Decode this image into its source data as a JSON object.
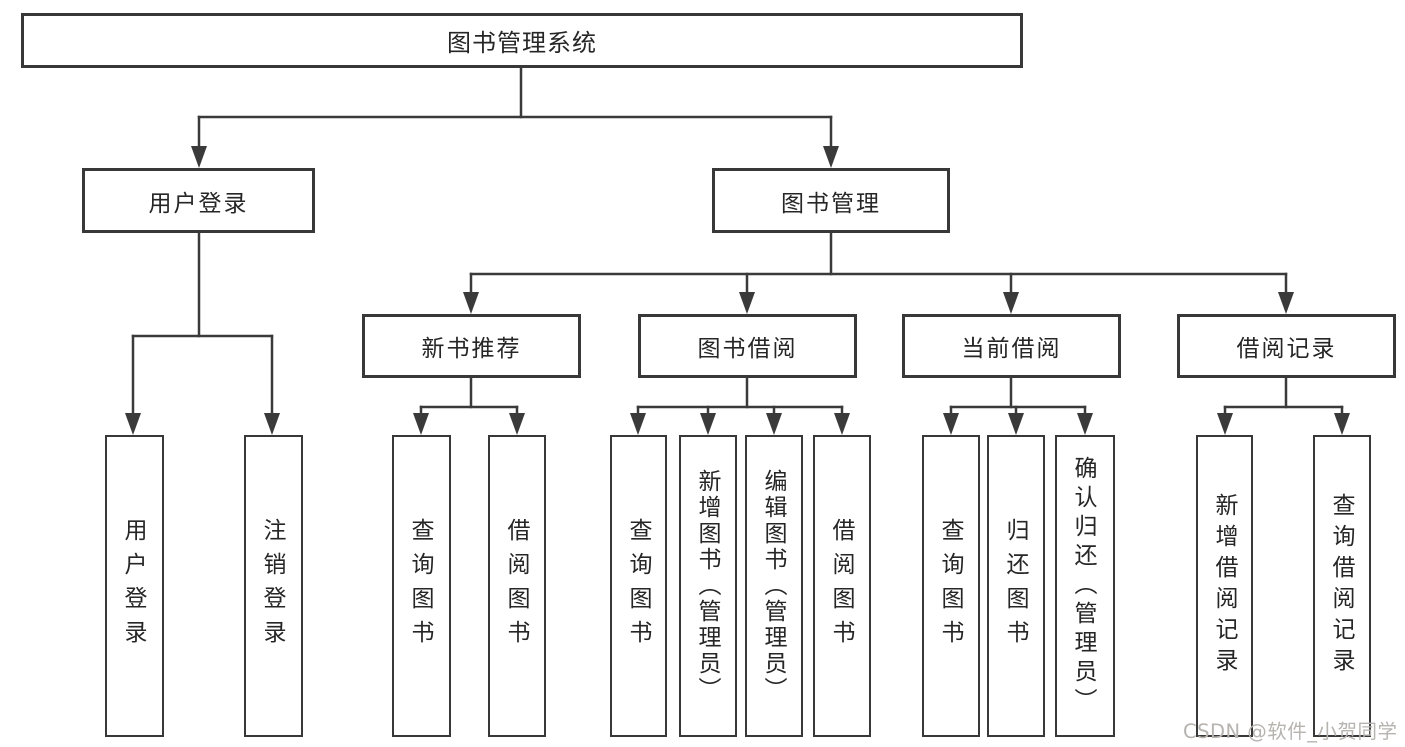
{
  "tree": {
    "label": "图书管理系统",
    "children": [
      {
        "label": "用户登录",
        "children": [
          {
            "label": "用户登录"
          },
          {
            "label": "注销登录"
          }
        ]
      },
      {
        "label": "图书管理",
        "children": [
          {
            "label": "新书推荐",
            "children": [
              {
                "label": "查询图书"
              },
              {
                "label": "借阅图书"
              }
            ]
          },
          {
            "label": "图书借阅",
            "children": [
              {
                "label": "查询图书"
              },
              {
                "label": "新增图书（管理员）"
              },
              {
                "label": "编辑图书（管理员）"
              },
              {
                "label": "借阅图书"
              }
            ]
          },
          {
            "label": "当前借阅",
            "children": [
              {
                "label": "查询图书"
              },
              {
                "label": "归还图书"
              },
              {
                "label": "确认归还（管理员）"
              }
            ]
          },
          {
            "label": "借阅记录",
            "children": [
              {
                "label": "新增借阅记录"
              },
              {
                "label": "查询借阅记录"
              }
            ]
          }
        ]
      }
    ]
  },
  "watermark": {
    "text": "CSDN @软件_小贺同学",
    "color": "#b7b3af"
  },
  "colors": {
    "line": "#3a3a3a",
    "box_border": "#383838",
    "text": "#262626",
    "background": "#ffffff"
  }
}
